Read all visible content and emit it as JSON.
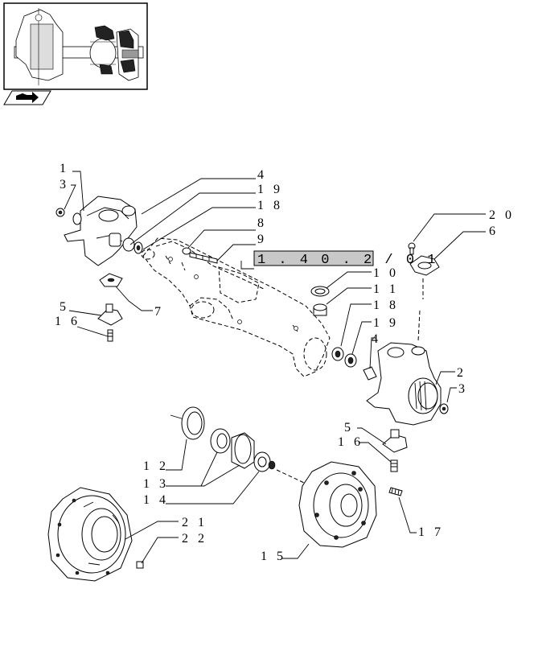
{
  "reference": "1.40.2/01",
  "reference_spaced": "1 . 4 0 . 2 / 0 1",
  "nav_icon": "book-arrow-icon",
  "callouts": [
    {
      "id": "1",
      "text": "1"
    },
    {
      "id": "3a",
      "text": "3"
    },
    {
      "id": "4a",
      "text": "4"
    },
    {
      "id": "19a",
      "text": "1 9"
    },
    {
      "id": "18a",
      "text": "1 8"
    },
    {
      "id": "8",
      "text": "8"
    },
    {
      "id": "9",
      "text": "9"
    },
    {
      "id": "20",
      "text": "2 0"
    },
    {
      "id": "6",
      "text": "6"
    },
    {
      "id": "10",
      "text": "1 0"
    },
    {
      "id": "11",
      "text": "1 1"
    },
    {
      "id": "18b",
      "text": "1 8"
    },
    {
      "id": "19b",
      "text": "1 9"
    },
    {
      "id": "4b",
      "text": "4"
    },
    {
      "id": "2",
      "text": "2"
    },
    {
      "id": "3b",
      "text": "3"
    },
    {
      "id": "5a",
      "text": "5"
    },
    {
      "id": "16a",
      "text": "1 6"
    },
    {
      "id": "7",
      "text": "7"
    },
    {
      "id": "5b",
      "text": "5"
    },
    {
      "id": "16b",
      "text": "1 6"
    },
    {
      "id": "12",
      "text": "1 2"
    },
    {
      "id": "13",
      "text": "1 3"
    },
    {
      "id": "14",
      "text": "1 4"
    },
    {
      "id": "21",
      "text": "2 1"
    },
    {
      "id": "22",
      "text": "2 2"
    },
    {
      "id": "15",
      "text": "1 5"
    },
    {
      "id": "17",
      "text": "1 7"
    }
  ]
}
